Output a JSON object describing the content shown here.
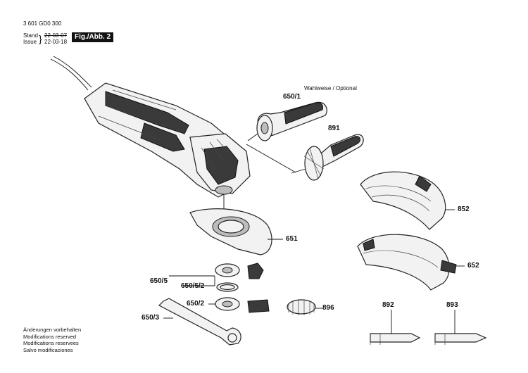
{
  "header": {
    "doc_number": "3 601 GD0 300",
    "stand_label": "Stand",
    "issue_label": "Issue",
    "old_date": "22-03-07",
    "issue_date": "22-03-18",
    "figure_label": "Fig./Abb. 2"
  },
  "optional_note": "Wahlweise / Optional",
  "parts": {
    "p650_1": "650/1",
    "p891": "891",
    "p852": "852",
    "p651": "651",
    "p652": "652",
    "p650_5": "650/5",
    "p650_5_2": "650/5/2",
    "p650_2": "650/2",
    "p896": "896",
    "p650_3": "650/3",
    "p892": "892",
    "p893": "893"
  },
  "notes": [
    "Änderungen vorbehalten",
    "Modifications reserved",
    "Modifications reservees",
    "Salvo modificaciones"
  ]
}
